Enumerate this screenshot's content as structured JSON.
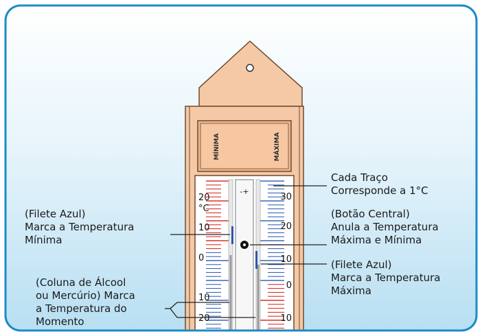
{
  "thermometer": {
    "left_scale_title": "MÍNIMA",
    "right_scale_title": "MÁXIMA",
    "left_numbers": [
      "20",
      "°C",
      "10",
      "0",
      "10",
      "20"
    ],
    "right_numbers": [
      "30",
      "20",
      "10",
      "0",
      "10"
    ],
    "top_center_mark": "-+"
  },
  "annotations": {
    "trace_note": [
      "Cada Traço",
      "Corresponde a 1°C"
    ],
    "min_index": [
      "(Filete Azul)",
      "Marca a Temperatura",
      "Mínima"
    ],
    "reset_button": [
      "(Botão Central)",
      "Anula a Temperatura",
      "Máxima e Mínima"
    ],
    "max_index": [
      "(Filete Azul)",
      "Marca a Temperatura",
      "Máxima"
    ],
    "current_column": [
      "(Coluna de Álcool",
      "ou Mercúrio) Marca",
      "a Temperatura do",
      "Momento"
    ]
  },
  "colors": {
    "frame_border": "#1b8ac8",
    "sky_top": "#ffffff",
    "sky_bottom": "#b8dff2",
    "case_fill": "#f6c9a6",
    "case_stroke": "#6b4a32",
    "scale_red": "#d9342b",
    "scale_blue": "#3a67b8",
    "index_blue": "#2a58b0"
  }
}
